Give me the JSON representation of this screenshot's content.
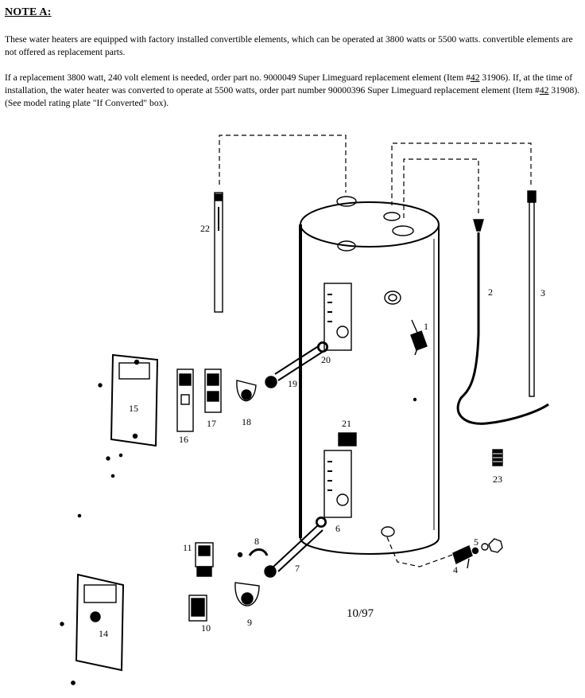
{
  "note": {
    "title": "NOTE A:",
    "paragraph1": "These water heaters are equipped with factory installed convertible elements, which can be operated at 3800 watts or 5500 watts. convertible elements are not offered as replacement parts.",
    "paragraph2_a": "If a replacement 3800 watt, 240 volt element is needed, order part no. 9000049 Super Limeguard replacement element (Item #",
    "paragraph2_item1": "42",
    "paragraph2_b": " 31906). If, at the time of installation, the water heater was converted to operate at 5500 watts, order part number 90000396 Super Limeguard replacement element (Item #",
    "paragraph2_item2": "42",
    "paragraph2_c": " 31908). (See model rating plate \"If Converted\" box)."
  },
  "diagram": {
    "date_code": "10/97",
    "part_labels": [
      "1",
      "2",
      "3",
      "4",
      "5",
      "6",
      "7",
      "8",
      "9",
      "10",
      "11",
      "14",
      "15",
      "16",
      "17",
      "18",
      "19",
      "20",
      "21",
      "22",
      "23"
    ]
  }
}
